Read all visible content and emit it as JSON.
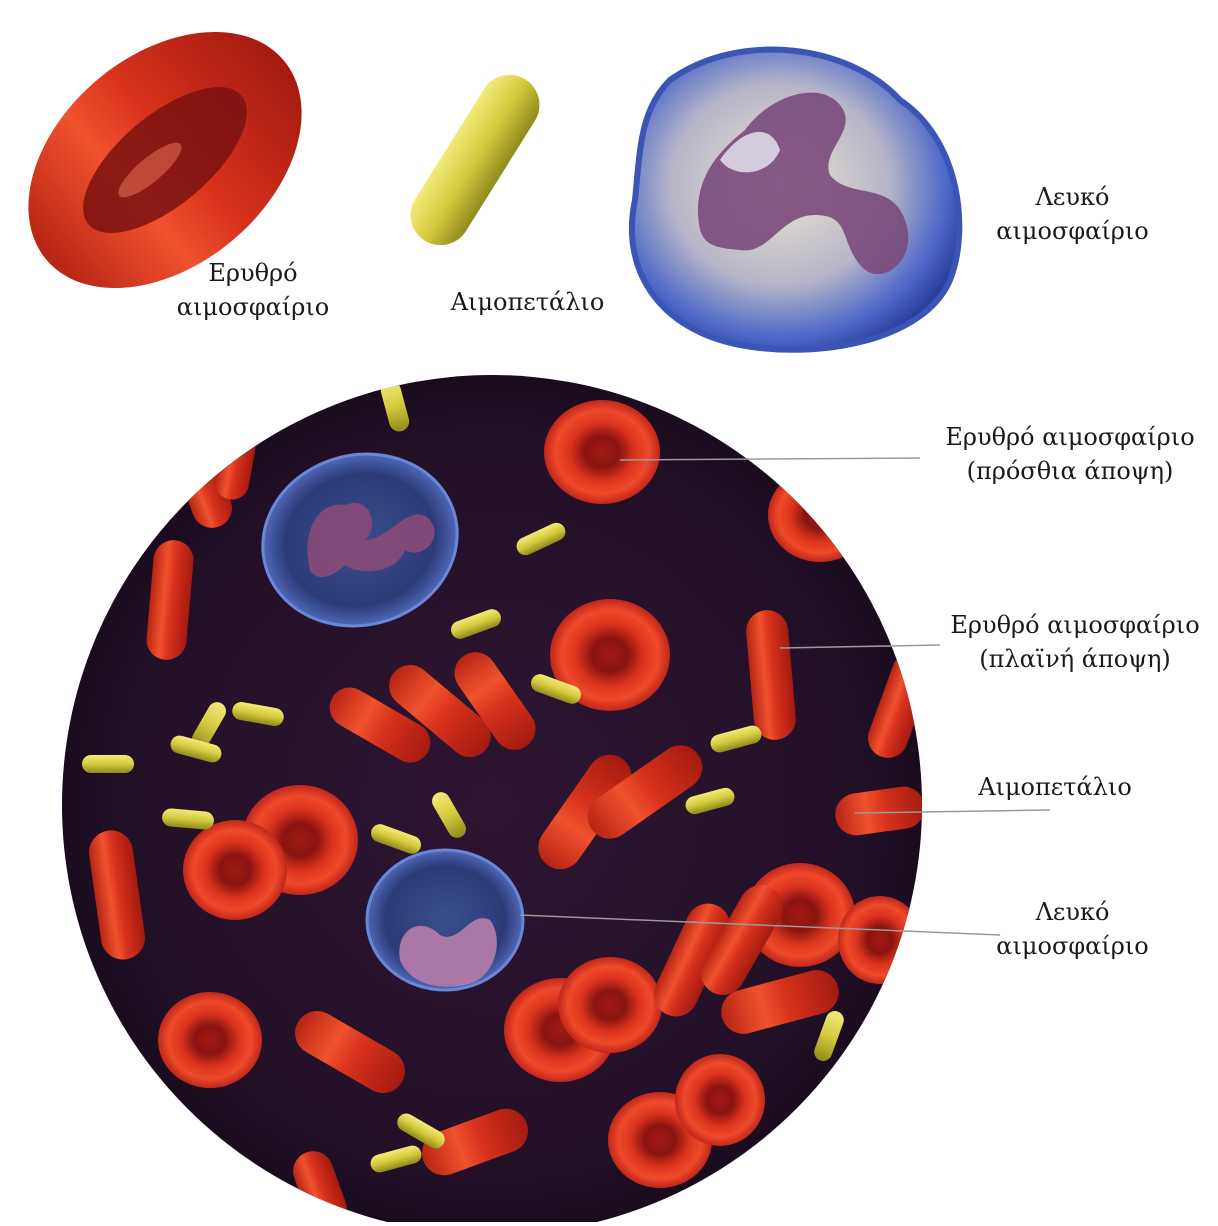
{
  "top_labels": {
    "red_cell": {
      "line1": "Ερυθρό",
      "line2": "αιμοσφαίριο"
    },
    "platelet": {
      "line1": "Αιμοπετάλιο"
    },
    "white_cell": {
      "line1": "Λευκό",
      "line2": "αιμοσφαίριο"
    }
  },
  "callouts": {
    "red_front": {
      "line1": "Ερυθρό αιμοσφαίριο",
      "line2": "(πρόσθια άποψη)"
    },
    "red_side": {
      "line1": "Ερυθρό αιμοσφαίριο",
      "line2": "(πλαϊνή άποψη)"
    },
    "platelet": {
      "line1": "Αιμοπετάλιο"
    },
    "white_cell": {
      "line1": "Λευκό",
      "line2": "αιμοσφαίριο"
    }
  },
  "colors": {
    "plasma_background": "#231129",
    "red_cell": "#e0301a",
    "red_cell_center": "#8a1410",
    "platelet": "#d9d04a",
    "white_cell": "#3d5fc0",
    "nucleus": "#7a3b6a",
    "leader_line": "#999999"
  }
}
